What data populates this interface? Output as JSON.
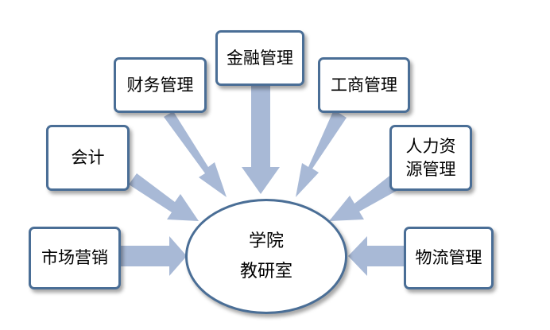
{
  "diagram": {
    "center": {
      "line1": "学院",
      "line2": "教研室"
    },
    "nodes": [
      {
        "id": "marketing",
        "label": "市场营销"
      },
      {
        "id": "accounting",
        "label": "会计"
      },
      {
        "id": "financial-management",
        "label": "财务管理"
      },
      {
        "id": "finance-management",
        "label": "金融管理"
      },
      {
        "id": "business-administration",
        "label": "工商管理"
      },
      {
        "id": "human-resources",
        "label": "人力资\n源管理"
      },
      {
        "id": "logistics-management",
        "label": "物流管理"
      }
    ],
    "colors": {
      "box_border": "#4a6e96",
      "arrow_fill": "#a8b9d6",
      "background": "#ffffff",
      "text": "#000000"
    }
  }
}
